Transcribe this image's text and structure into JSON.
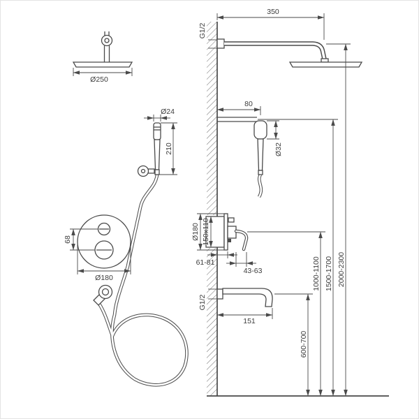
{
  "front_view": {
    "rain_head_diameter": "Ø250",
    "hand_shower_diameter": "Ø24",
    "hand_shower_length": "210",
    "mixer_knob_spacing": "68",
    "mixer_plate_diameter": "Ø180"
  },
  "side_view": {
    "arm_length": "350",
    "arm_thread": "G1/2",
    "holder_offset": "80",
    "hand_cup_diameter": "Ø32",
    "mixer_plate_diameter": "Ø180",
    "mixer_box": "150x110",
    "mixer_depth": "61-81",
    "handle_depth": "43-63",
    "spout_thread": "G1/2",
    "spout_length": "151",
    "spout_height": "600-700",
    "mixer_height": "1000-1100",
    "hand_shower_height": "1500-1700",
    "head_height": "2000-2300"
  },
  "colors": {
    "line": "#4a4a4a",
    "background": "#ffffff",
    "border": "#e4e4e4"
  }
}
